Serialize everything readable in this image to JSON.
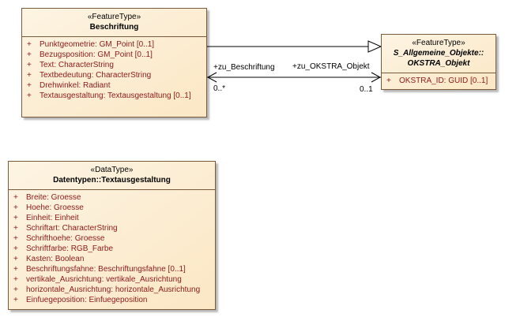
{
  "classes": {
    "beschriftung": {
      "stereotype": "«FeatureType»",
      "name": "Beschriftung",
      "attributes": [
        {
          "vis": "+",
          "text": "Punktgeometrie: GM_Point [0..1]"
        },
        {
          "vis": "+",
          "text": "Bezugsposition: GM_Point [0..1]"
        },
        {
          "vis": "+",
          "text": "Text: CharacterString"
        },
        {
          "vis": "+",
          "text": "Textbedeutung: CharacterString"
        },
        {
          "vis": "+",
          "text": "Drehwinkel: Radiant"
        },
        {
          "vis": "+",
          "text": "Textausgestaltung: Textausgestaltung [0..1]"
        }
      ]
    },
    "okstra_objekt": {
      "stereotype": "«FeatureType»",
      "name_line1": "S_Allgemeine_Objekte::",
      "name_line2": "OKSTRA_Objekt",
      "attributes": [
        {
          "vis": "+",
          "text": "OKSTRA_ID: GUID [0..1]"
        }
      ]
    },
    "textausgestaltung": {
      "stereotype": "«DataType»",
      "name": "Datentypen::Textausgestaltung",
      "attributes": [
        {
          "vis": "+",
          "text": "Breite: Groesse"
        },
        {
          "vis": "+",
          "text": "Hoehe: Groesse"
        },
        {
          "vis": "+",
          "text": "Einheit: Einheit"
        },
        {
          "vis": "+",
          "text": "Schriftart: CharacterString"
        },
        {
          "vis": "+",
          "text": "Schrifthoehe: Groesse"
        },
        {
          "vis": "+",
          "text": "Schriftfarbe: RGB_Farbe"
        },
        {
          "vis": "+",
          "text": "Kasten: Boolean"
        },
        {
          "vis": "+",
          "text": "Beschriftungsfahne: Beschriftungsfahne [0..1]"
        },
        {
          "vis": "+",
          "text": "vertikale_Ausrichtung: vertikale_Ausrichtung"
        },
        {
          "vis": "+",
          "text": "horizontale_Ausrichtung: horizontale_Ausrichtung"
        },
        {
          "vis": "+",
          "text": "Einfuegeposition: Einfuegeposition"
        }
      ]
    }
  },
  "association": {
    "role_source": "+zu_Beschriftung",
    "mult_source": "0..*",
    "role_target": "+zu_OKSTRA_Objekt",
    "mult_target": "0..1"
  },
  "colors": {
    "attribute_text": "#8b1a1a",
    "class_fill": "#fbe7c4",
    "class_border": "#7a5a3a"
  }
}
